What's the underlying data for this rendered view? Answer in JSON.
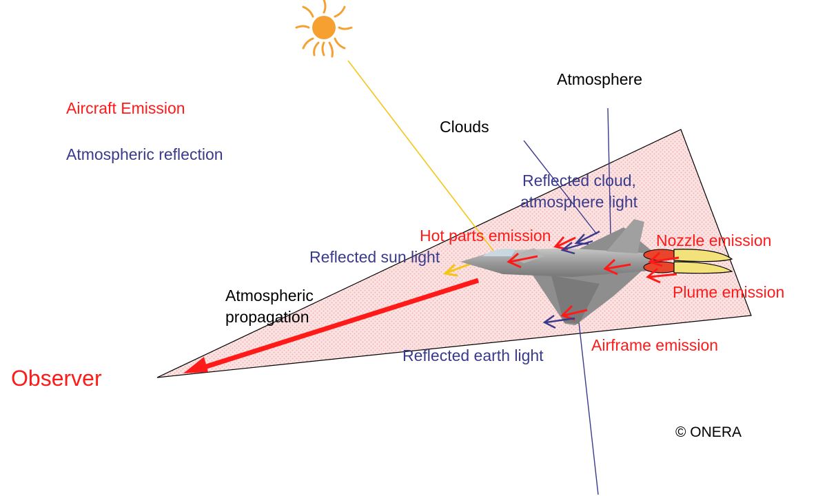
{
  "legend": {
    "emission": "Aircraft Emission",
    "reflection": "Atmospheric reflection"
  },
  "labels": {
    "atmosphere": "Atmosphere",
    "clouds": "Clouds",
    "reflected_cloud_line1": "Reflected cloud,",
    "reflected_cloud_line2": "atmosphere light",
    "hot_parts": "Hot parts emission",
    "reflected_sun": "Reflected sun light",
    "nozzle": "Nozzle emission",
    "plume": "Plume emission",
    "atm_prop_line1": "Atmospheric",
    "atm_prop_line2": "propagation",
    "airframe": "Airframe emission",
    "reflected_earth": "Reflected earth light",
    "observer": "Observer",
    "copyright": "© ONERA"
  },
  "colors": {
    "emission": "#ff1a1a",
    "reflection": "#3a3a8c",
    "sun": "#f5a030",
    "sun_ray": "#f5c518",
    "cone_fill": "#f9d6d6",
    "plume": "#f3e27a"
  },
  "icons": {
    "sun": "sun-icon",
    "aircraft": "fighter-jet-icon"
  }
}
